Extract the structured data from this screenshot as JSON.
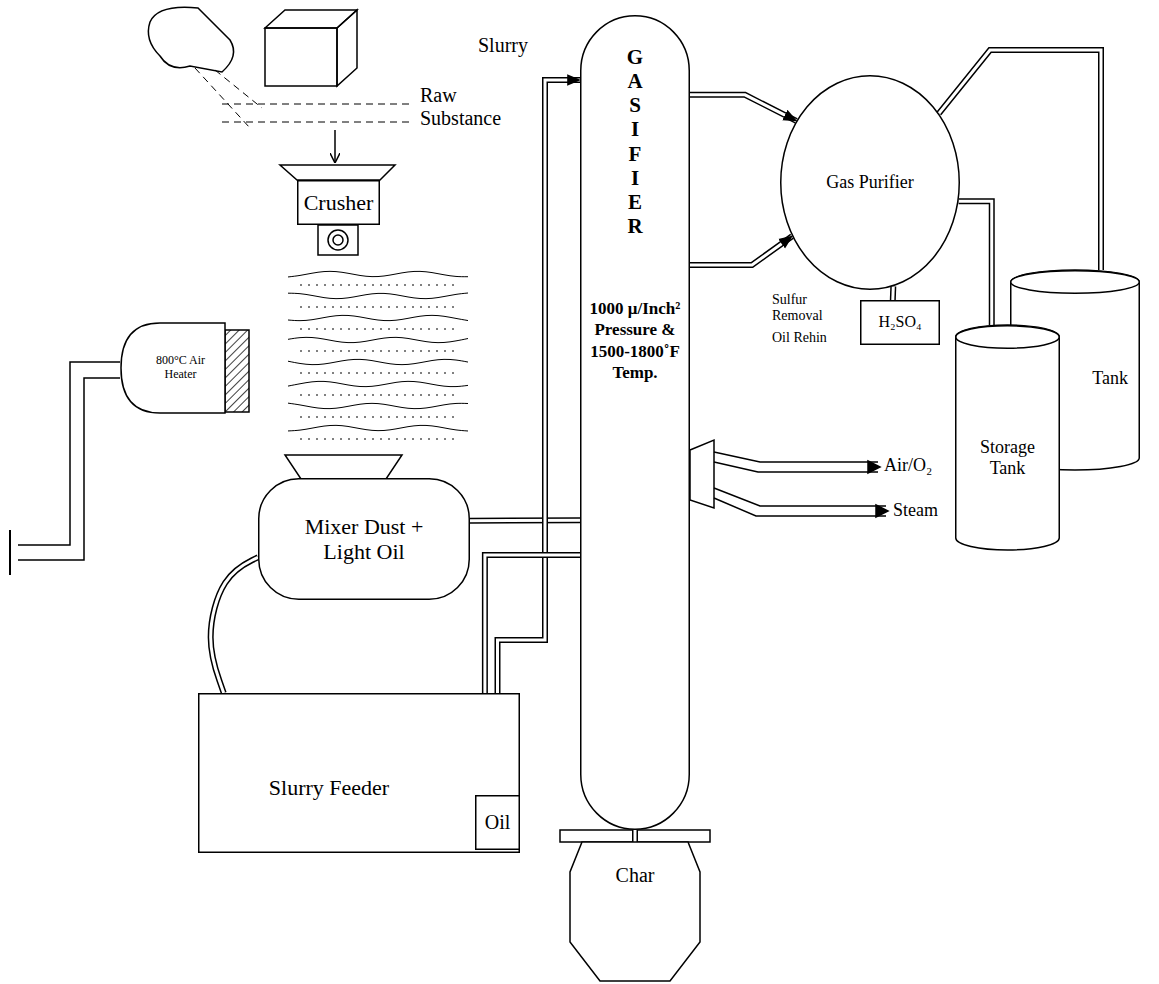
{
  "diagram": {
    "nodes": [
      {
        "text": [
          "Crusher"
        ]
      },
      {
        "text": [
          "800°C Air Heater"
        ]
      },
      {
        "text": [
          "Mixer Dust + Light Oil"
        ]
      },
      {
        "text": [
          "Slurry Feeder"
        ]
      },
      {
        "text": [
          "Oil"
        ],
        "in": 3
      },
      {
        "text": [
          "GASIFIER",
          "1000 μ/Inch² Pressure & 1500-1800˚F Temp."
        ]
      },
      {
        "text": [
          "Gas Purifier"
        ]
      },
      {
        "text": [
          "H₂SO₄"
        ]
      },
      {
        "text": [
          "Char"
        ]
      },
      {
        "text": [
          "Tank"
        ]
      },
      {
        "text": [
          "Storage Tank"
        ]
      }
    ],
    "edges": [
      {
        "from": 2,
        "to": 3,
        "arrow": "none"
      },
      {
        "from": 2,
        "to": 5,
        "arrow": "none"
      },
      {
        "from": 4,
        "to": 5,
        "arrow": "to"
      },
      {
        "from": 3,
        "to": 5,
        "arrow": "none"
      },
      {
        "from": 5,
        "to": 6,
        "arrow": "to"
      },
      {
        "from": 5,
        "to": 6,
        "arrow": "to"
      },
      {
        "from": 6,
        "to": 9,
        "arrow": "none"
      },
      {
        "from": 6,
        "to": 10,
        "arrow": "none"
      },
      {
        "from": 6,
        "to": 7,
        "arrow": "none"
      },
      {
        "from": 5,
        "to": 8,
        "arrow": "none"
      }
    ],
    "labels": [
      "Raw Substance",
      "Slurry",
      "Sulfur Removal",
      "Oil Rehin",
      "Air/O₂",
      "Steam"
    ]
  }
}
